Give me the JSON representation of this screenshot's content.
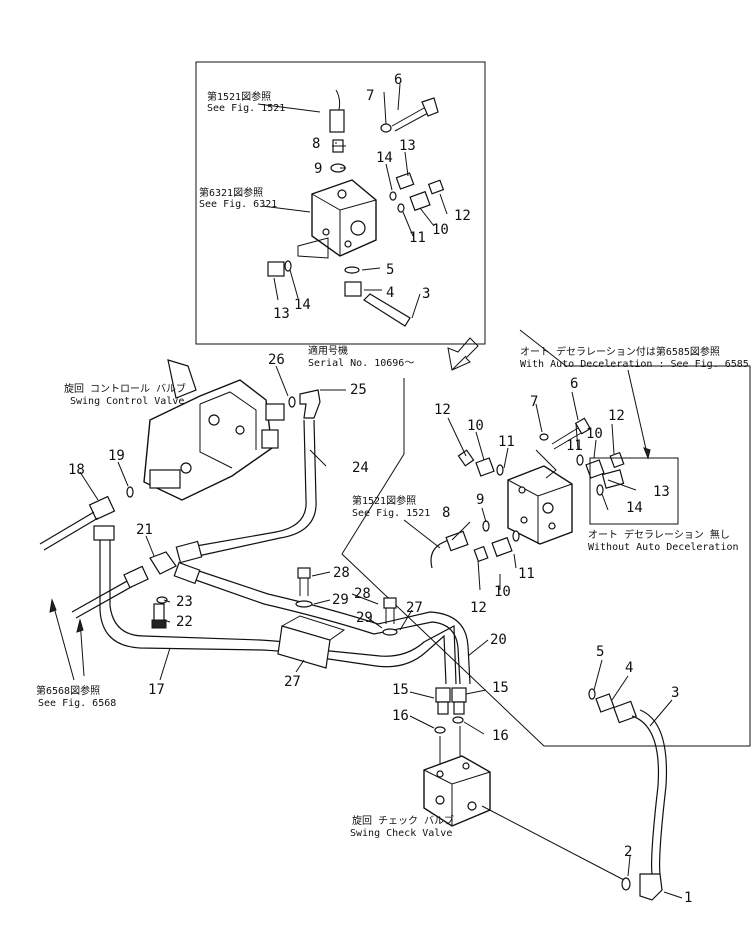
{
  "diagram": {
    "callouts": {
      "detail": [
        "6",
        "7",
        "8",
        "9",
        "13",
        "14",
        "12",
        "10",
        "11",
        "5",
        "4",
        "3",
        "14",
        "13"
      ],
      "aux": [
        "12",
        "10",
        "11",
        "6",
        "7",
        "12",
        "11",
        "10",
        "13",
        "14",
        "9",
        "8",
        "11",
        "10",
        "12",
        "5",
        "4",
        "3"
      ],
      "main": [
        "26",
        "25",
        "24",
        "19",
        "18",
        "21",
        "23",
        "22",
        "17",
        "28",
        "29",
        "28",
        "29",
        "27",
        "27",
        "20",
        "15",
        "15",
        "16",
        "16",
        "2",
        "1"
      ]
    },
    "refs": {
      "fig1521_jp": "第1521図参照",
      "fig1521_en": "See Fig. 1521",
      "fig6321_jp": "第6321図参照",
      "fig6321_en": "See Fig. 6321",
      "serial_jp": "適用号機",
      "serial_en": "Serial No. 10696～",
      "swing_cv_jp": "旋回 コントロール バルブ",
      "swing_cv_en": "Swing Control Valve",
      "auto_decel_jp": "オート デセラレーション付は第6585図参照",
      "auto_decel_en": "With Auto Deceleration : See Fig. 6585",
      "aux1521_jp": "第1521図参照",
      "aux1521_en": "See Fig. 1521",
      "no_decel_jp": "オート デセラレーション 無し",
      "no_decel_en": "Without Auto Deceleration",
      "fig6568_jp": "第6568図参照",
      "fig6568_en": "See Fig. 6568",
      "check_jp": "旋回 チェック バルブ",
      "check_en": "Swing Check Valve"
    }
  }
}
